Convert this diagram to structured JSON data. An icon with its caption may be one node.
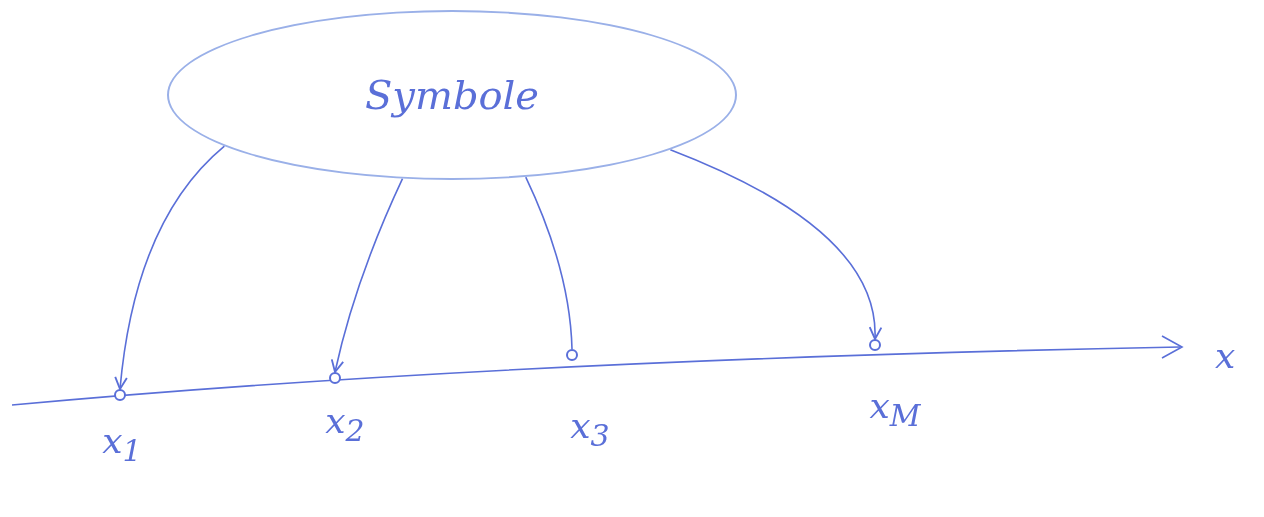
{
  "diagram": {
    "nodes": [
      {
        "text": [
          "Symbole"
        ]
      },
      {
        "text": [],
        "shape": "circle",
        "beside": [
          "x$_{1}$"
        ]
      },
      {
        "text": [],
        "shape": "circle",
        "beside": [
          "x$_{2}$"
        ]
      },
      {
        "text": [],
        "shape": "circle",
        "beside": [
          "x$_{3}$"
        ]
      },
      {
        "text": [],
        "shape": "circle",
        "beside": [
          "x$_{M}$"
        ]
      }
    ],
    "edges": [
      {
        "from": 0,
        "to": 1,
        "arrow": "to"
      },
      {
        "from": 0,
        "to": 2,
        "arrow": "to"
      },
      {
        "from": 0,
        "to": 3,
        "arrow": "none"
      },
      {
        "from": 0,
        "to": 4,
        "arrow": "to"
      }
    ],
    "labels": [
      "x"
    ]
  }
}
